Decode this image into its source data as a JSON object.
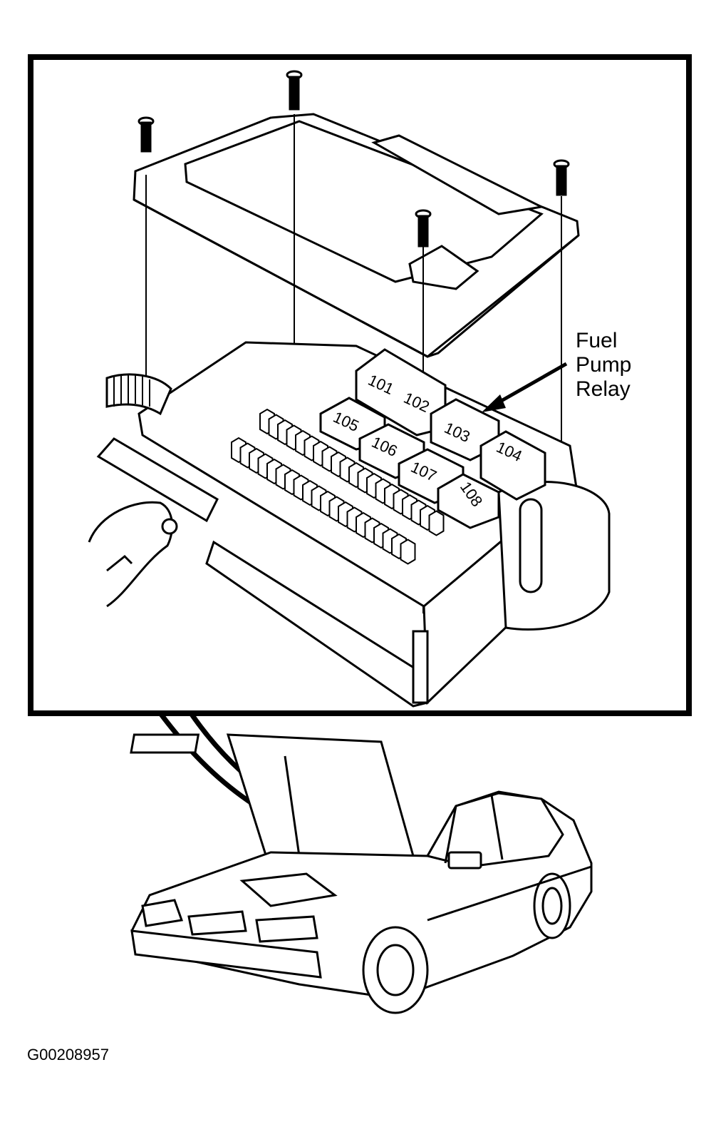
{
  "callout": {
    "line1": "Fuel",
    "line2": "Pump",
    "line3": "Relay"
  },
  "relays": [
    "101",
    "102",
    "103",
    "104",
    "105",
    "106",
    "107",
    "108"
  ],
  "figure_id": "G00208957",
  "colors": {
    "ink": "#000000",
    "paper": "#ffffff"
  }
}
